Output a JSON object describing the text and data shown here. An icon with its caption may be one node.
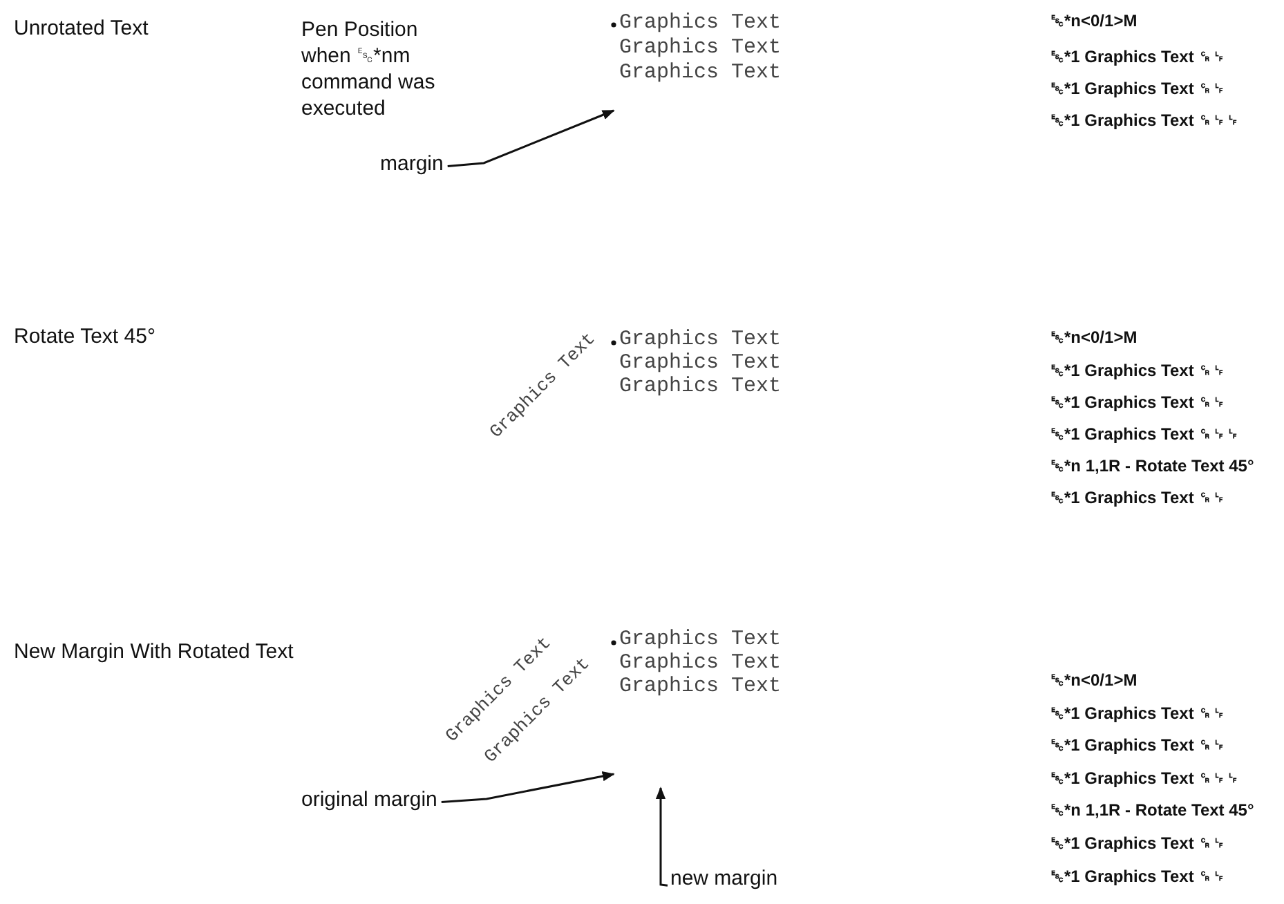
{
  "diagram": {
    "nodes": [
      {
        "text": [
          "margin"
        ]
      },
      {
        "text": [
          "original margin"
        ]
      },
      {
        "text": [
          "new margin"
        ]
      }
    ],
    "edges": [
      {
        "from": 0,
        "to": null,
        "arrow": "to"
      },
      {
        "from": 1,
        "to": null,
        "arrow": "to"
      },
      {
        "from": 2,
        "to": null,
        "arrow": "to"
      }
    ],
    "labels": [
      "Unrotated Text",
      "Pen Position when ␛*nm command was executed",
      "Graphics Text",
      "Graphics Text",
      "Graphics Text",
      "␛*n<0/1>M",
      "␛*1 Graphics Text ␍␊",
      "␛*1 Graphics Text ␍␊",
      "␛*1 Graphics Text ␍␊␊",
      "Rotate Text 45°",
      "Graphics Text",
      "Graphics Text",
      "Graphics Text",
      "Graphics Text",
      "␛*n<0/1>M",
      "␛*1 Graphics Text ␍␊",
      "␛*1 Graphics Text ␍␊",
      "␛*1 Graphics Text ␍␊␊",
      "␛*n 1,1R - Rotate Text 45°",
      "␛*1 Graphics Text ␍␊",
      "New Margin With Rotated Text",
      "Graphics Text",
      "Graphics Text",
      "Graphics Text",
      "Graphics Text",
      "Graphics Text",
      "␛*n<0/1>M",
      "␛*1 Graphics Text ␍␊",
      "␛*1 Graphics Text ␍␊",
      "␛*1 Graphics Text ␍␊␊",
      "␛*n 1,1R - Rotate Text 45°",
      "␛*1 Graphics Text ␍␊",
      "␛*1 Graphics Text ␍␊"
    ]
  }
}
